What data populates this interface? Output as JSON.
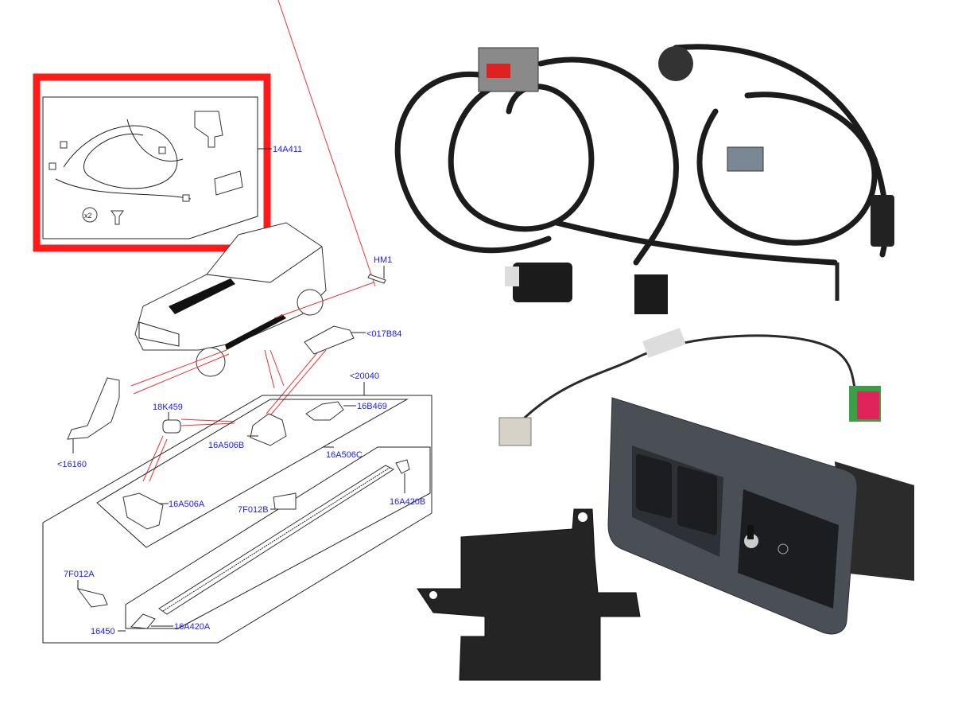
{
  "diagram": {
    "kit_label": "14A411",
    "kit_qty": "x2",
    "highlight_color": "#ff1a1a",
    "label_color": "#1a1aff",
    "labels": {
      "hm1": "HM1",
      "p017b84": "<017B84",
      "p20040": "<20040",
      "p18k459": "18K459",
      "p16b469": "16B469",
      "p16a506b": "16A506B",
      "p16a506c": "16A506C",
      "p16160": "<16160",
      "p16a506a": "16A506A",
      "p7f012b": "7F012B",
      "p16a420b": "16A420B",
      "p7f012a": "7F012A",
      "p16450": "16450",
      "p16a420a": "16A420A"
    }
  }
}
